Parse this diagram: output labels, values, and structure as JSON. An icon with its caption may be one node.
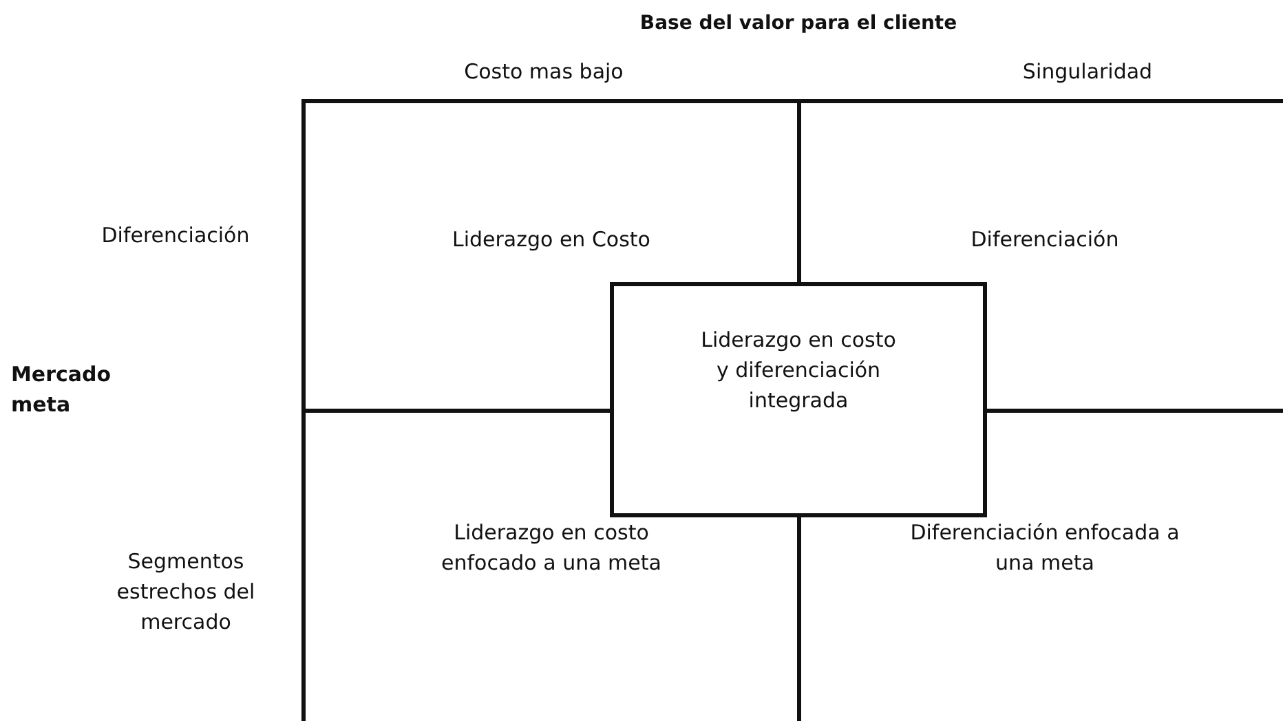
{
  "diagram": {
    "title": "Base del valor para el cliente",
    "nodes": [
      {
        "text": [
          "Liderazgo en Costo"
        ]
      },
      {
        "text": [
          "Diferenciación"
        ]
      },
      {
        "text": [
          "Liderazgo en costo enfocado a una meta"
        ]
      },
      {
        "text": [
          "Diferenciación enfocada a una meta"
        ]
      },
      {
        "text": [
          "Liderazgo en costo y diferenciación integrada"
        ]
      }
    ],
    "labels": [
      "Costo mas bajo",
      "Singularidad",
      "Diferenciación",
      "Mercado meta",
      "Segmentos estrechos del mercado"
    ]
  }
}
